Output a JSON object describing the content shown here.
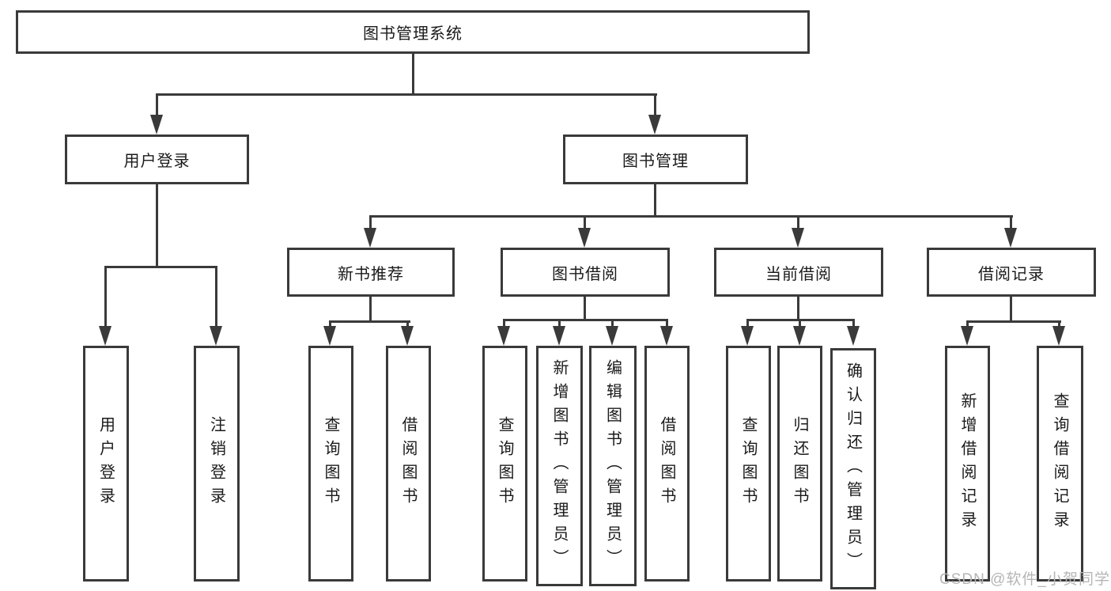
{
  "diagram": {
    "title": "图书管理系统",
    "nodes": {
      "user_login": "用户登录",
      "book_management": "图书管理",
      "new_book_recommend": "新书推荐",
      "book_borrow": "图书借阅",
      "current_borrow": "当前借阅",
      "borrow_records": "借阅记录"
    },
    "leaves": {
      "user_login": [
        "用户登录",
        "注销登录"
      ],
      "new_book_recommend": [
        "查询图书",
        "借阅图书"
      ],
      "book_borrow": [
        "查询图书",
        "新增图书（管理员）",
        "编辑图书（管理员）",
        "借阅图书"
      ],
      "current_borrow": [
        "查询图书",
        "归还图书",
        "确认归还（管理员）"
      ],
      "borrow_records": [
        "新增借阅记录",
        "查询借阅记录"
      ]
    }
  },
  "watermark": "CSDN @软件_小贺同学",
  "colors": {
    "line": "#3a3a3a",
    "text": "#1a1a1a",
    "watermark": "#b5b5b5",
    "background": "#ffffff"
  }
}
